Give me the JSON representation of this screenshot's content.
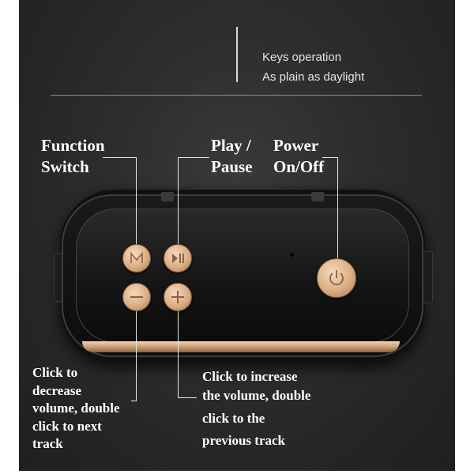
{
  "header": {
    "tagline_line1": "Keys operation",
    "tagline_line2": "As plain as daylight"
  },
  "callouts": {
    "function_switch": [
      "Function",
      "Switch"
    ],
    "play_pause": [
      "Play /",
      "Pause"
    ],
    "power": [
      "Power",
      "On/Off"
    ]
  },
  "descriptions": {
    "decrease": [
      "Click to",
      "decrease",
      "volume, double",
      "click to next",
      "track"
    ],
    "increase": [
      "Click to increase",
      "the volume, double",
      "click to the",
      "previous track"
    ]
  },
  "buttons": {
    "mode": "mode-icon",
    "play_pause": "play-pause-icon",
    "volume_down": "minus-icon",
    "volume_up": "plus-icon",
    "power": "power-icon"
  },
  "colors": {
    "background": "#2c2c2c",
    "button_gold": "#dcae84",
    "trim_gold": "#c99a6e",
    "text": "#ffffff"
  }
}
